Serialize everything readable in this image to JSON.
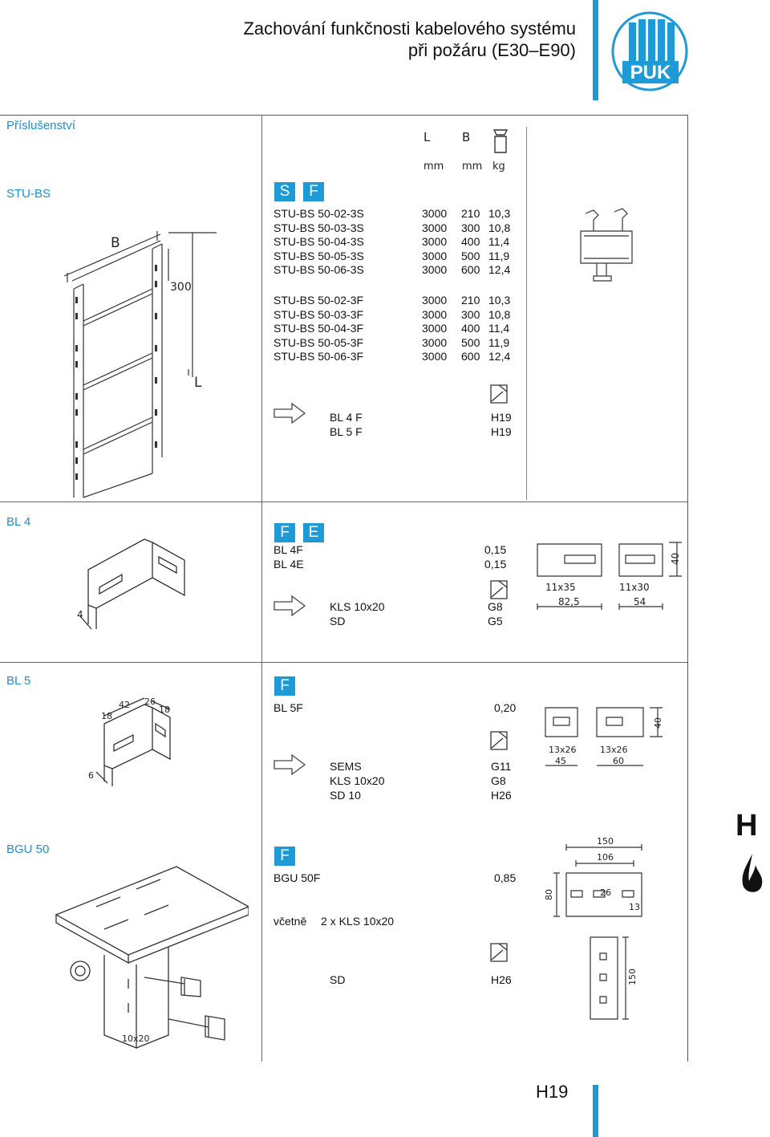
{
  "header": {
    "title_line1": "Zachování funkčnosti kabelového systému",
    "title_line2": "při požáru (E30–E90)",
    "logo_text": "PUK"
  },
  "section": "Příslušenství",
  "columns": {
    "L": "L",
    "B": "B",
    "L_unit": "mm",
    "B_unit": "mm",
    "W_unit": "kg",
    "weight_icon": "weight-icon"
  },
  "stu_bs": {
    "label": "STU-BS",
    "badges": [
      "S",
      "F"
    ],
    "rows": [
      {
        "name": "STU-BS 50-02-3S",
        "L": "3000",
        "B": "210",
        "kg": "10,3"
      },
      {
        "name": "STU-BS 50-03-3S",
        "L": "3000",
        "B": "300",
        "kg": "10,8"
      },
      {
        "name": "STU-BS 50-04-3S",
        "L": "3000",
        "B": "400",
        "kg": "11,4"
      },
      {
        "name": "STU-BS 50-05-3S",
        "L": "3000",
        "B": "500",
        "kg": "11,9"
      },
      {
        "name": "STU-BS 50-06-3S",
        "L": "3000",
        "B": "600",
        "kg": "12,4"
      },
      {
        "name": "STU-BS 50-02-3F",
        "L": "3000",
        "B": "210",
        "kg": "10,3"
      },
      {
        "name": "STU-BS 50-03-3F",
        "L": "3000",
        "B": "300",
        "kg": "10,8"
      },
      {
        "name": "STU-BS 50-04-3F",
        "L": "3000",
        "B": "400",
        "kg": "11,4"
      },
      {
        "name": "STU-BS 50-05-3F",
        "L": "3000",
        "B": "500",
        "kg": "11,9"
      },
      {
        "name": "STU-BS 50-06-3F",
        "L": "3000",
        "B": "600",
        "kg": "12,4"
      }
    ],
    "accessories": [
      {
        "name": "BL 4 F",
        "page": "H19"
      },
      {
        "name": "BL 5 F",
        "page": "H19"
      }
    ],
    "drawing_labels": {
      "B": "B",
      "h": "300",
      "L": "L"
    }
  },
  "bl4": {
    "label": "BL 4",
    "badges": [
      "F",
      "E"
    ],
    "rows": [
      {
        "name": "BL 4F",
        "kg": "0,15"
      },
      {
        "name": "BL 4E",
        "kg": "0,15"
      }
    ],
    "accessories": [
      {
        "name": "KLS 10x20",
        "page": "G8"
      },
      {
        "name": "SD",
        "page": "G5"
      }
    ],
    "dims": {
      "thickness": "4",
      "slot1": "11x35",
      "slot2": "11x30",
      "w1": "82,5",
      "w2": "54",
      "h": "40"
    }
  },
  "bl5": {
    "label": "BL 5",
    "badges": [
      "F"
    ],
    "rows": [
      {
        "name": "BL 5F",
        "kg": "0,20"
      }
    ],
    "accessories": [
      {
        "name": "SEMS",
        "page": "G11"
      },
      {
        "name": "KLS 10x20",
        "page": "G8"
      },
      {
        "name": "SD 10",
        "page": "H26"
      }
    ],
    "dims": {
      "d18a": "18",
      "d42": "42",
      "d26": "26",
      "d18b": "18",
      "thickness": "6",
      "slot1": "13x26",
      "slot2": "13x26",
      "w1": "45",
      "w2": "60",
      "h": "40"
    }
  },
  "bgu50": {
    "label": "BGU 50",
    "badges": [
      "F"
    ],
    "rows": [
      {
        "name": "BGU 50F",
        "kg": "0,85"
      }
    ],
    "includes_label": "včetně",
    "includes_value": "2 x KLS 10x20",
    "accessories": [
      {
        "name": "SD",
        "page": "H26"
      }
    ],
    "dims": {
      "bolt": "10x20",
      "w150": "150",
      "w106": "106",
      "h80": "80",
      "s26": "26",
      "s13": "13",
      "h150": "150"
    }
  },
  "side_marker": "H",
  "flame_icon": "flame-icon",
  "page_code": "H19",
  "colors": {
    "accent": "#1e9ad6",
    "category": "#1e8fd0"
  }
}
